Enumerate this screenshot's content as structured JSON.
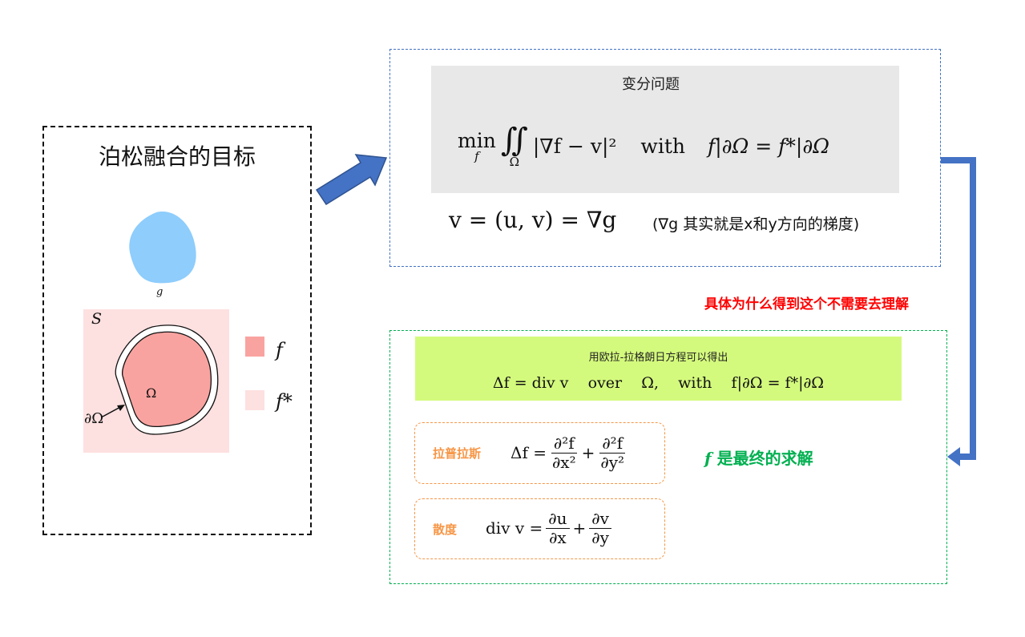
{
  "left_panel": {
    "title": "泊松融合的目标",
    "g_label": "g",
    "s_label": "S",
    "omega_label": "Ω",
    "boundary_label": "∂Ω",
    "legend": [
      {
        "label": "f",
        "color": "#f9a3a0"
      },
      {
        "label": "f*",
        "color": "#fde0e0"
      }
    ],
    "blob_color": "#8ecdfc"
  },
  "variational": {
    "heading": "变分问题",
    "formula": {
      "min": "min",
      "min_sub": "f",
      "integral": "∬",
      "integral_sub": "Ω",
      "body": "|∇f − v|²",
      "with": "with",
      "constraint": "f|∂Ω = f*|∂Ω"
    },
    "v_def": "v = (u, v) = ∇g",
    "v_note": "(∇g 其实就是x和y方向的梯度)"
  },
  "note_red": "具体为什么得到这个不需要去理解",
  "euler_lagrange": {
    "heading": "用欧拉-拉格朗日方程可以得出",
    "formula": "Δf = div v    over    Ω,    with    f|∂Ω = f*|∂Ω"
  },
  "laplacian": {
    "label": "拉普拉斯",
    "lhs": "Δf =",
    "t1_num": "∂²f",
    "t1_den": "∂x²",
    "plus": "+",
    "t2_num": "∂²f",
    "t2_den": "∂y²"
  },
  "divergence": {
    "label": "散度",
    "lhs": "div v =",
    "t1_num": "∂u",
    "t1_den": "∂x",
    "plus": "+",
    "t2_num": "∂v",
    "t2_den": "∂y"
  },
  "solution_note": {
    "f": "f",
    "text": "是最终的求解"
  },
  "colors": {
    "blue": "#4472c4",
    "green": "#00b050",
    "orange": "#f79646",
    "red": "#ff0000",
    "lime": "#d4fa7d",
    "gray": "#e8e8e8"
  }
}
